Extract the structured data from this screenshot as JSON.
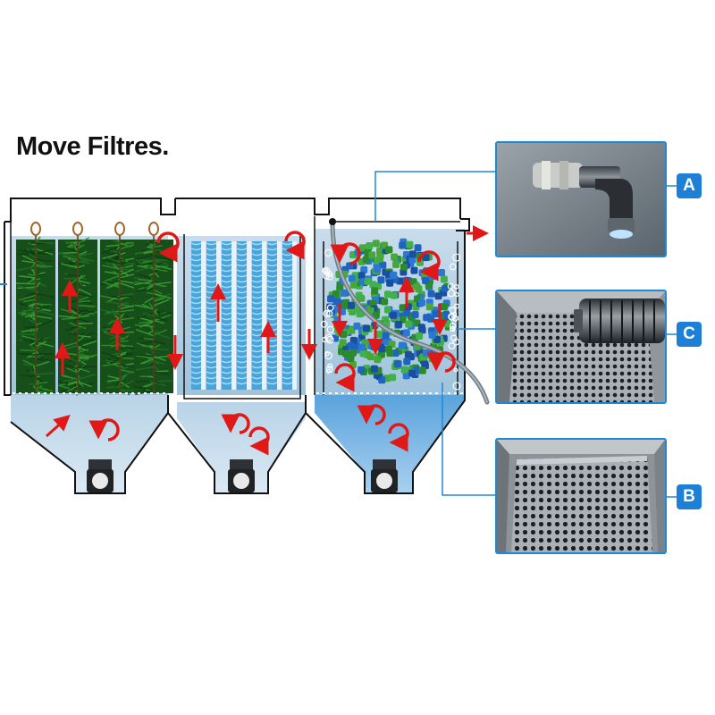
{
  "title": "Move Filtres.",
  "callouts": [
    {
      "label": "A",
      "subject": "elbow outlet fitting"
    },
    {
      "label": "C",
      "subject": "perforated tray with cylindrical strainer"
    },
    {
      "label": "B",
      "subject": "perforated tray"
    }
  ],
  "colors": {
    "callout_blue": "#1e88d8",
    "flow_arrow": "#e01818",
    "water": "#aecbe0",
    "brush_green": "#1f6b22"
  },
  "icons": [
    "flow-arrow-icon",
    "circulation-arrow-icon",
    "drain-valve-icon"
  ]
}
